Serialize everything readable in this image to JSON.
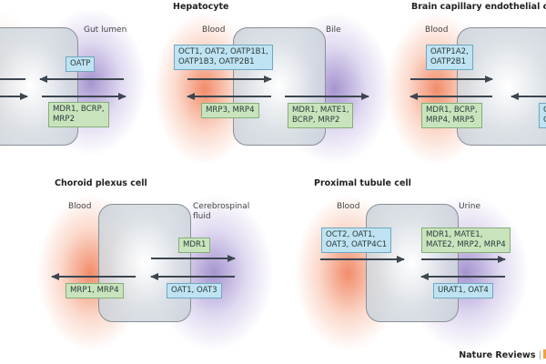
{
  "figure": {
    "credit": "Nature Reviews",
    "credit_separator": "|",
    "colors": {
      "uptake_box": "#bfe3f2",
      "efflux_box": "#c9e4bd",
      "blood_glow": "#f07850",
      "lumen_glow": "#9682c8",
      "arrow": "#3c4650"
    }
  },
  "panels": {
    "enterocyte": {
      "title": "",
      "right_region": "Gut lumen",
      "uptake": "OATP",
      "efflux": "MDR1, BCRP,\nMRP2"
    },
    "hepatocyte": {
      "title": "Hepatocyte",
      "left_region": "Blood",
      "right_region": "Bile",
      "uptake": "OCT1, OAT2, OATP1B1,\nOATP1B3, OATP2B1",
      "basolateral_efflux": "MRP3, MRP4",
      "apical_efflux": "MDR1, MATE1,\nBCRP, MRP2"
    },
    "brain": {
      "title": "Brain capillary endothelial cell",
      "left_region": "Blood",
      "uptake": "OATP1A2,\nOATP2B1",
      "efflux": "MDR1, BCRP,\nMRP4, MRP5",
      "right_box_partial": "O\nO"
    },
    "choroid": {
      "title": "Choroid plexus cell",
      "left_region": "Blood",
      "right_region": "Cerebrospinal\nfluid",
      "apical_efflux": "MDR1",
      "apical_uptake": "OAT1, OAT3",
      "basolateral_efflux": "MRP1, MRP4"
    },
    "proximal": {
      "title": "Proximal tubule cell",
      "left_region": "Blood",
      "right_region": "Urine",
      "uptake": "OCT2, OAT1,\nOAT3, OATP4C1",
      "apical_efflux": "MDR1, MATE1,\nMATE2, MRP2, MRP4",
      "apical_uptake": "URAT1, OAT4"
    }
  }
}
